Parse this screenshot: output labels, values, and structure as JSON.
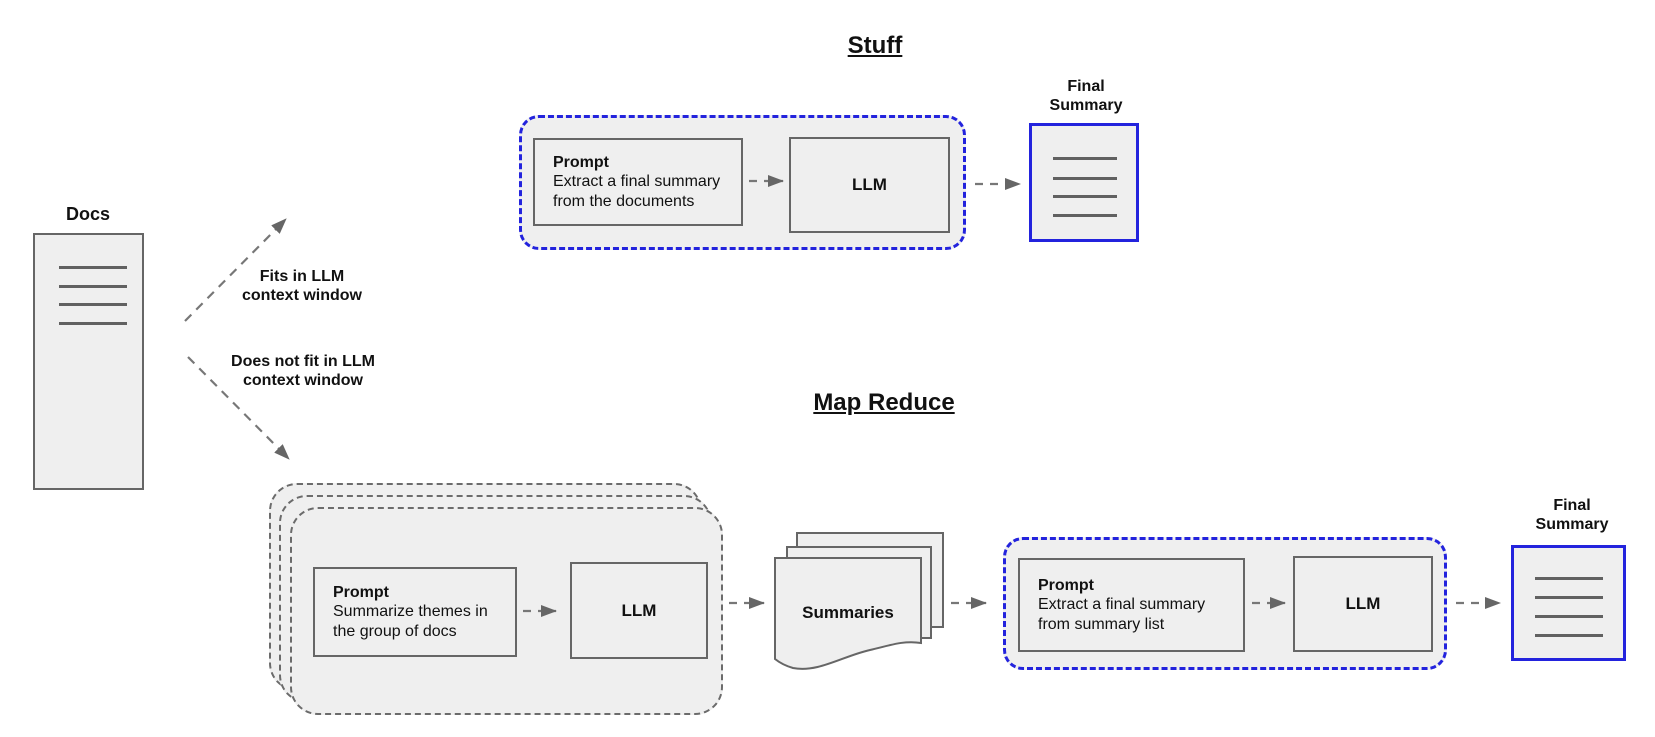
{
  "colors": {
    "accent_blue": "#2323dd",
    "shape_fill": "#efefef",
    "stroke_gray": "#666666",
    "text": "#111111"
  },
  "source": {
    "label": "Docs"
  },
  "branches": {
    "fit": "Fits in LLM\ncontext window",
    "no_fit": "Does not fit in LLM\ncontext window"
  },
  "stuff": {
    "title": "Stuff",
    "prompt_title": "Prompt",
    "prompt_body": "Extract a final summary\nfrom the documents",
    "llm_label": "LLM",
    "output_label": "Final\nSummary"
  },
  "map_reduce": {
    "title": "Map Reduce",
    "map_prompt_title": "Prompt",
    "map_prompt_body": "Summarize themes in\nthe group of docs",
    "map_llm_label": "LLM",
    "summaries_label": "Summaries",
    "reduce_prompt_title": "Prompt",
    "reduce_prompt_body": "Extract a final summary\nfrom summary list",
    "reduce_llm_label": "LLM",
    "output_label": "Final\nSummary"
  }
}
